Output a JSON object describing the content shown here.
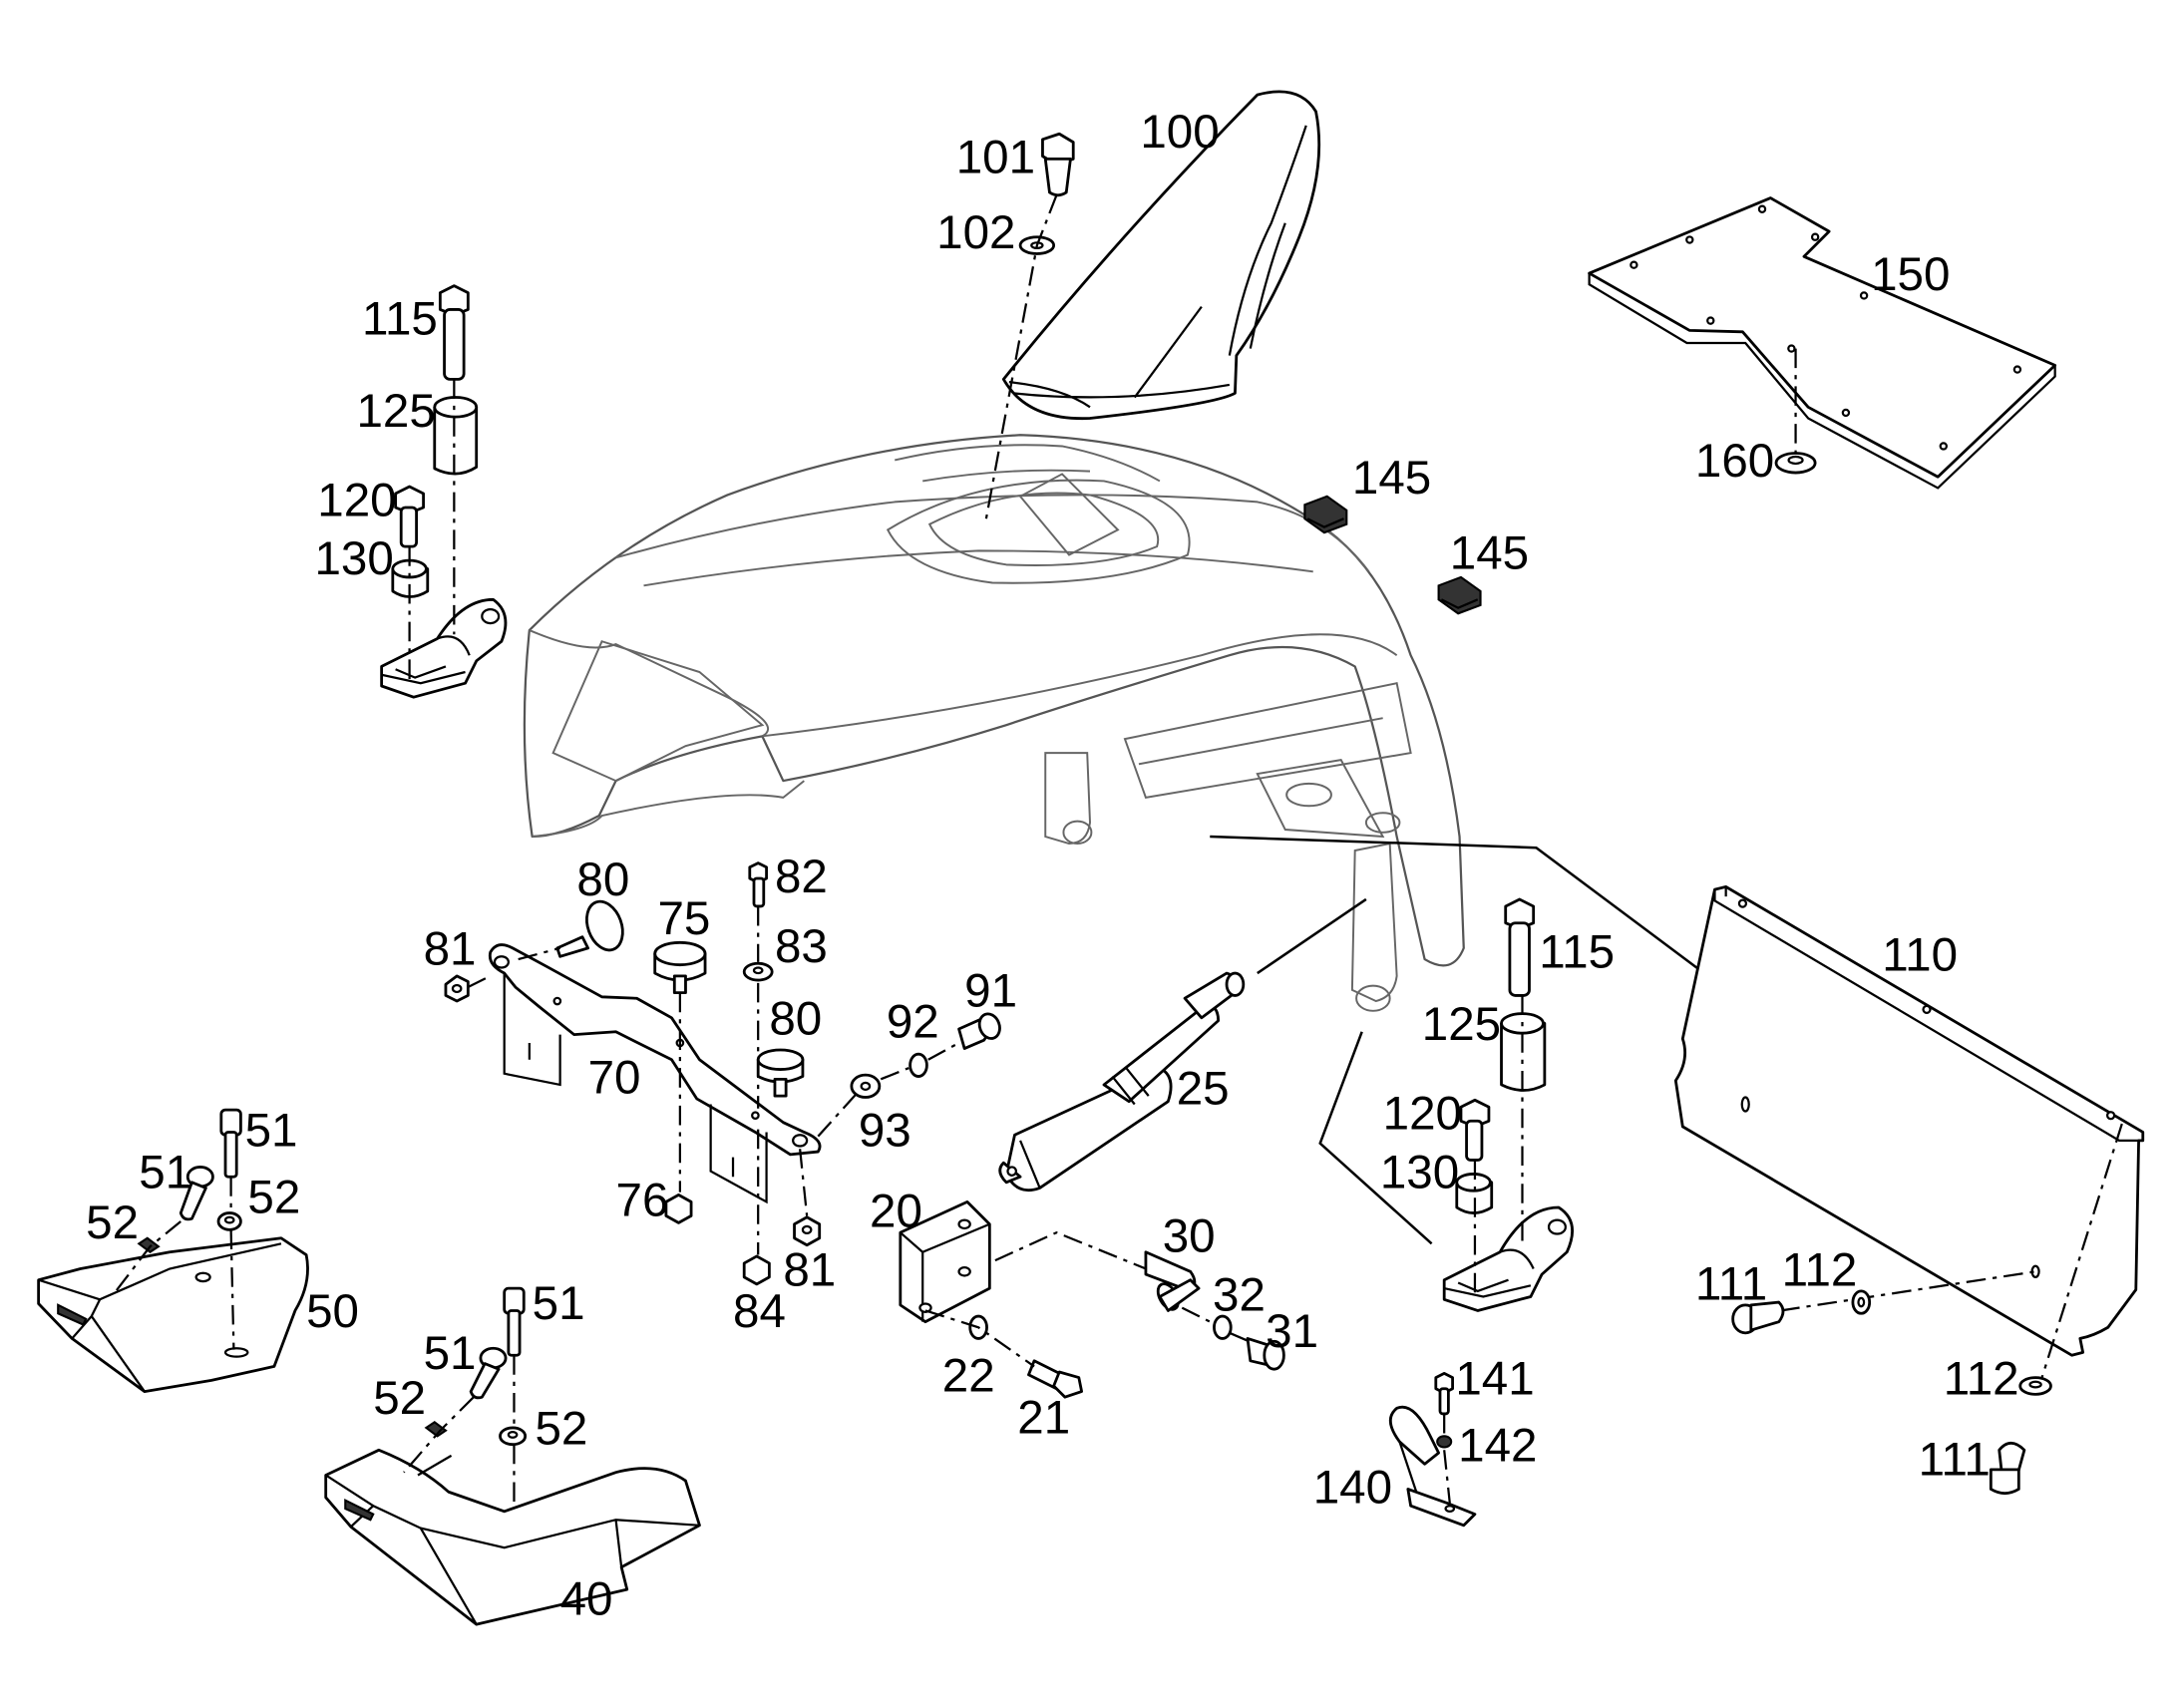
{
  "diagram": {
    "callouts": [
      {
        "id": "c100",
        "text": "100"
      },
      {
        "id": "c101",
        "text": "101"
      },
      {
        "id": "c102",
        "text": "102"
      },
      {
        "id": "c150",
        "text": "150"
      },
      {
        "id": "c160",
        "text": "160"
      },
      {
        "id": "c115a",
        "text": "115"
      },
      {
        "id": "c125a",
        "text": "125"
      },
      {
        "id": "c120a",
        "text": "120"
      },
      {
        "id": "c130a",
        "text": "130"
      },
      {
        "id": "c145a",
        "text": "145"
      },
      {
        "id": "c145b",
        "text": "145"
      },
      {
        "id": "c80a",
        "text": "80"
      },
      {
        "id": "c81a",
        "text": "81"
      },
      {
        "id": "c75",
        "text": "75"
      },
      {
        "id": "c82",
        "text": "82"
      },
      {
        "id": "c83",
        "text": "83"
      },
      {
        "id": "c80b",
        "text": "80"
      },
      {
        "id": "c70",
        "text": "70"
      },
      {
        "id": "c92",
        "text": "92"
      },
      {
        "id": "c91",
        "text": "91"
      },
      {
        "id": "c93",
        "text": "93"
      },
      {
        "id": "c76",
        "text": "76"
      },
      {
        "id": "c81b",
        "text": "81"
      },
      {
        "id": "c84",
        "text": "84"
      },
      {
        "id": "c25",
        "text": "25"
      },
      {
        "id": "c20",
        "text": "20"
      },
      {
        "id": "c30",
        "text": "30"
      },
      {
        "id": "c32",
        "text": "32"
      },
      {
        "id": "c31",
        "text": "31"
      },
      {
        "id": "c22",
        "text": "22"
      },
      {
        "id": "c21",
        "text": "21"
      },
      {
        "id": "c115b",
        "text": "115"
      },
      {
        "id": "c125b",
        "text": "125"
      },
      {
        "id": "c120b",
        "text": "120"
      },
      {
        "id": "c130b",
        "text": "130"
      },
      {
        "id": "c110",
        "text": "110"
      },
      {
        "id": "c111a",
        "text": "111"
      },
      {
        "id": "c112a",
        "text": "112"
      },
      {
        "id": "c112b",
        "text": "112"
      },
      {
        "id": "c111b",
        "text": "111"
      },
      {
        "id": "c141",
        "text": "141"
      },
      {
        "id": "c142",
        "text": "142"
      },
      {
        "id": "c140",
        "text": "140"
      },
      {
        "id": "c51a",
        "text": "51"
      },
      {
        "id": "c51b",
        "text": "51"
      },
      {
        "id": "c52a",
        "text": "52"
      },
      {
        "id": "c52b",
        "text": "52"
      },
      {
        "id": "c50",
        "text": "50"
      },
      {
        "id": "c51c",
        "text": "51"
      },
      {
        "id": "c51d",
        "text": "51"
      },
      {
        "id": "c52c",
        "text": "52"
      },
      {
        "id": "c52d",
        "text": "52"
      },
      {
        "id": "c40",
        "text": "40"
      }
    ]
  }
}
